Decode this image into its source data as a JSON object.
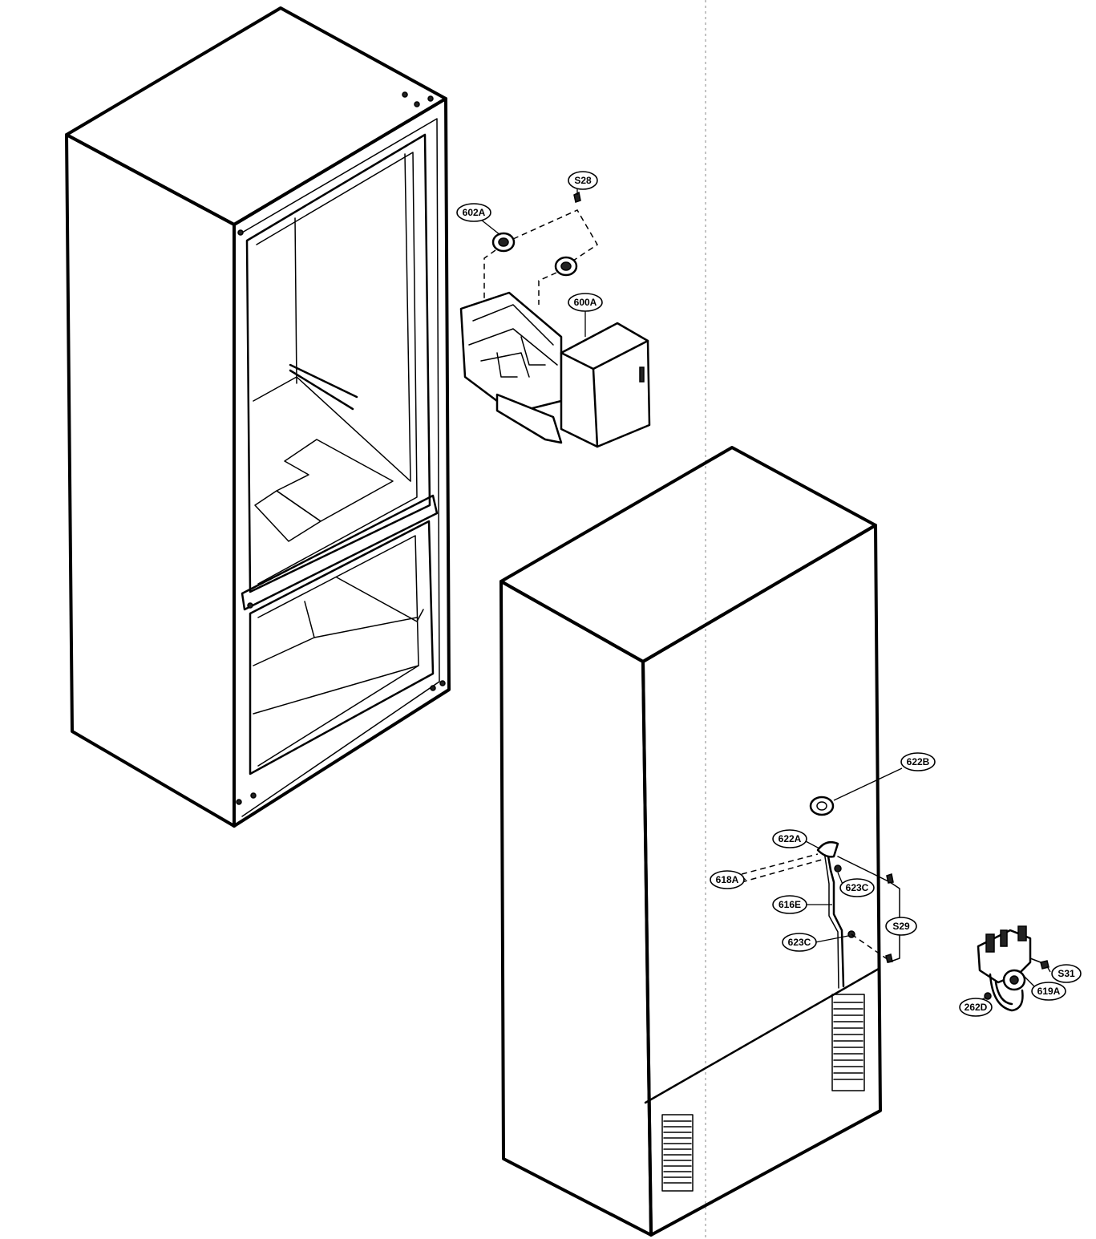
{
  "callouts": {
    "s28": "S28",
    "p602a": "602A",
    "p600a": "600A",
    "p622b": "622B",
    "p622a": "622A",
    "p618a": "618A",
    "p623c_top": "623C",
    "p616e": "616E",
    "p623c_bottom": "623C",
    "s29": "S29",
    "s31": "S31",
    "p619a": "619A",
    "p262d": "262D"
  }
}
